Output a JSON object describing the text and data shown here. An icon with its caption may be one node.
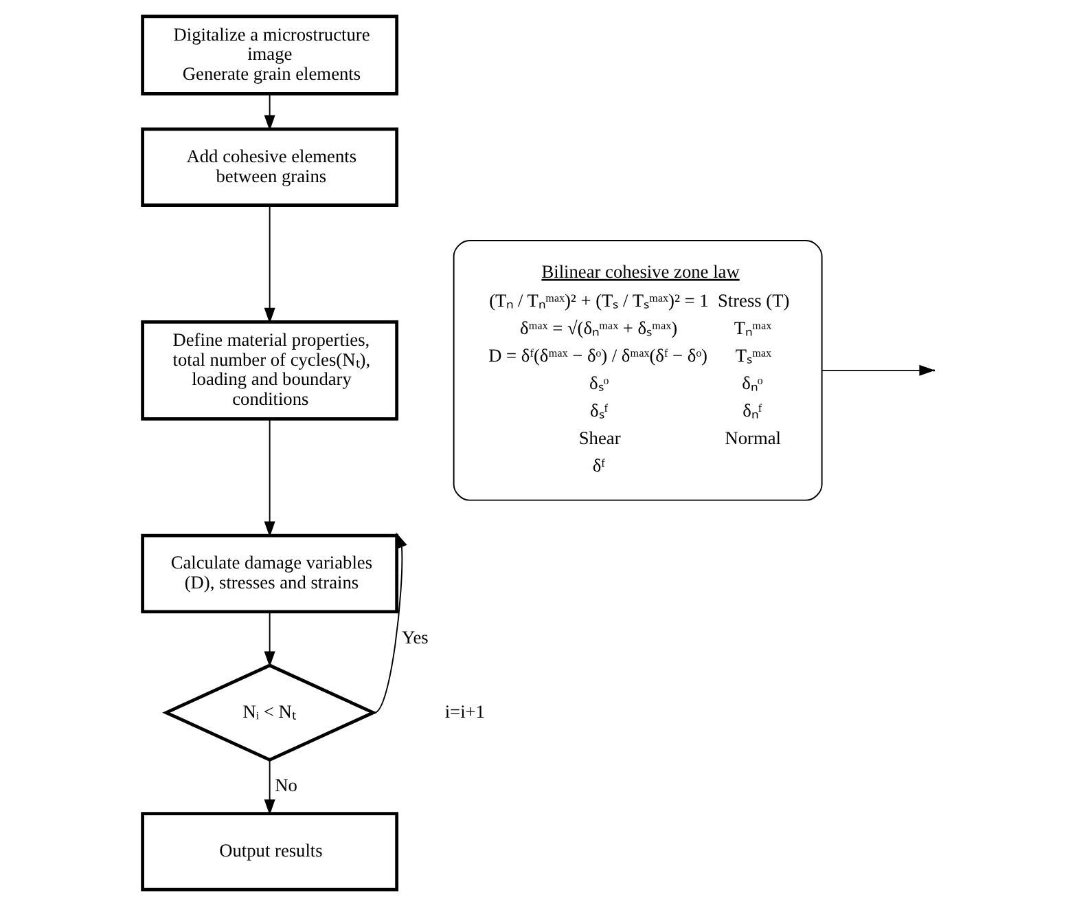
{
  "diagram": {
    "nodes": [
      {
        "text": [
          "Digitalize a microstructure image",
          "Generate grain elements"
        ]
      },
      {
        "text": [
          "Add cohesive elements between grains"
        ]
      },
      {
        "text": [
          "Define material properties, total number of cycles(Nₜ), loading and boundary conditions"
        ]
      },
      {
        "text": [
          "Calculate damage variables (D), stresses and strains"
        ]
      },
      {
        "text": [
          "Nᵢ < Nₜ"
        ]
      },
      {
        "text": [
          "Output results"
        ]
      },
      {
        "text": [
          "Bilinear cohesive zone law",
          "(Tₙ / Tₙᵐᵃˣ)² + (Tₛ / Tₛᵐᵃˣ)² = 1",
          "Stress (T)",
          "δᵐᵃˣ = √(δₙᵐᵃˣ + δₛᵐᵃˣ)",
          "Tₙᵐᵃˣ",
          "D = δᶠ(δᵐᵃˣ − δᵒ) / δᵐᵃˣ(δᶠ − δᵒ)",
          "Tₛᵐᵃˣ",
          "δₛᵒ",
          "δₙᵒ",
          "δₛᶠ",
          "δₙᶠ",
          "Shear",
          "Normal",
          "δᶠ"
        ]
      }
    ],
    "edges": [
      {
        "from": 0,
        "to": 1,
        "arrow": "to"
      },
      {
        "from": 1,
        "to": 2,
        "arrow": "to"
      },
      {
        "from": 6,
        "to": null,
        "arrow": "to"
      },
      {
        "from": 2,
        "to": 3,
        "arrow": "to"
      },
      {
        "from": 3,
        "to": 4,
        "arrow": "to"
      },
      {
        "from": 4,
        "to": 3,
        "arrow": "to",
        "label": "Yes"
      },
      {
        "from": 4,
        "to": 5,
        "arrow": "to",
        "label": "No"
      }
    ],
    "labels": [
      "i=i+1"
    ]
  }
}
